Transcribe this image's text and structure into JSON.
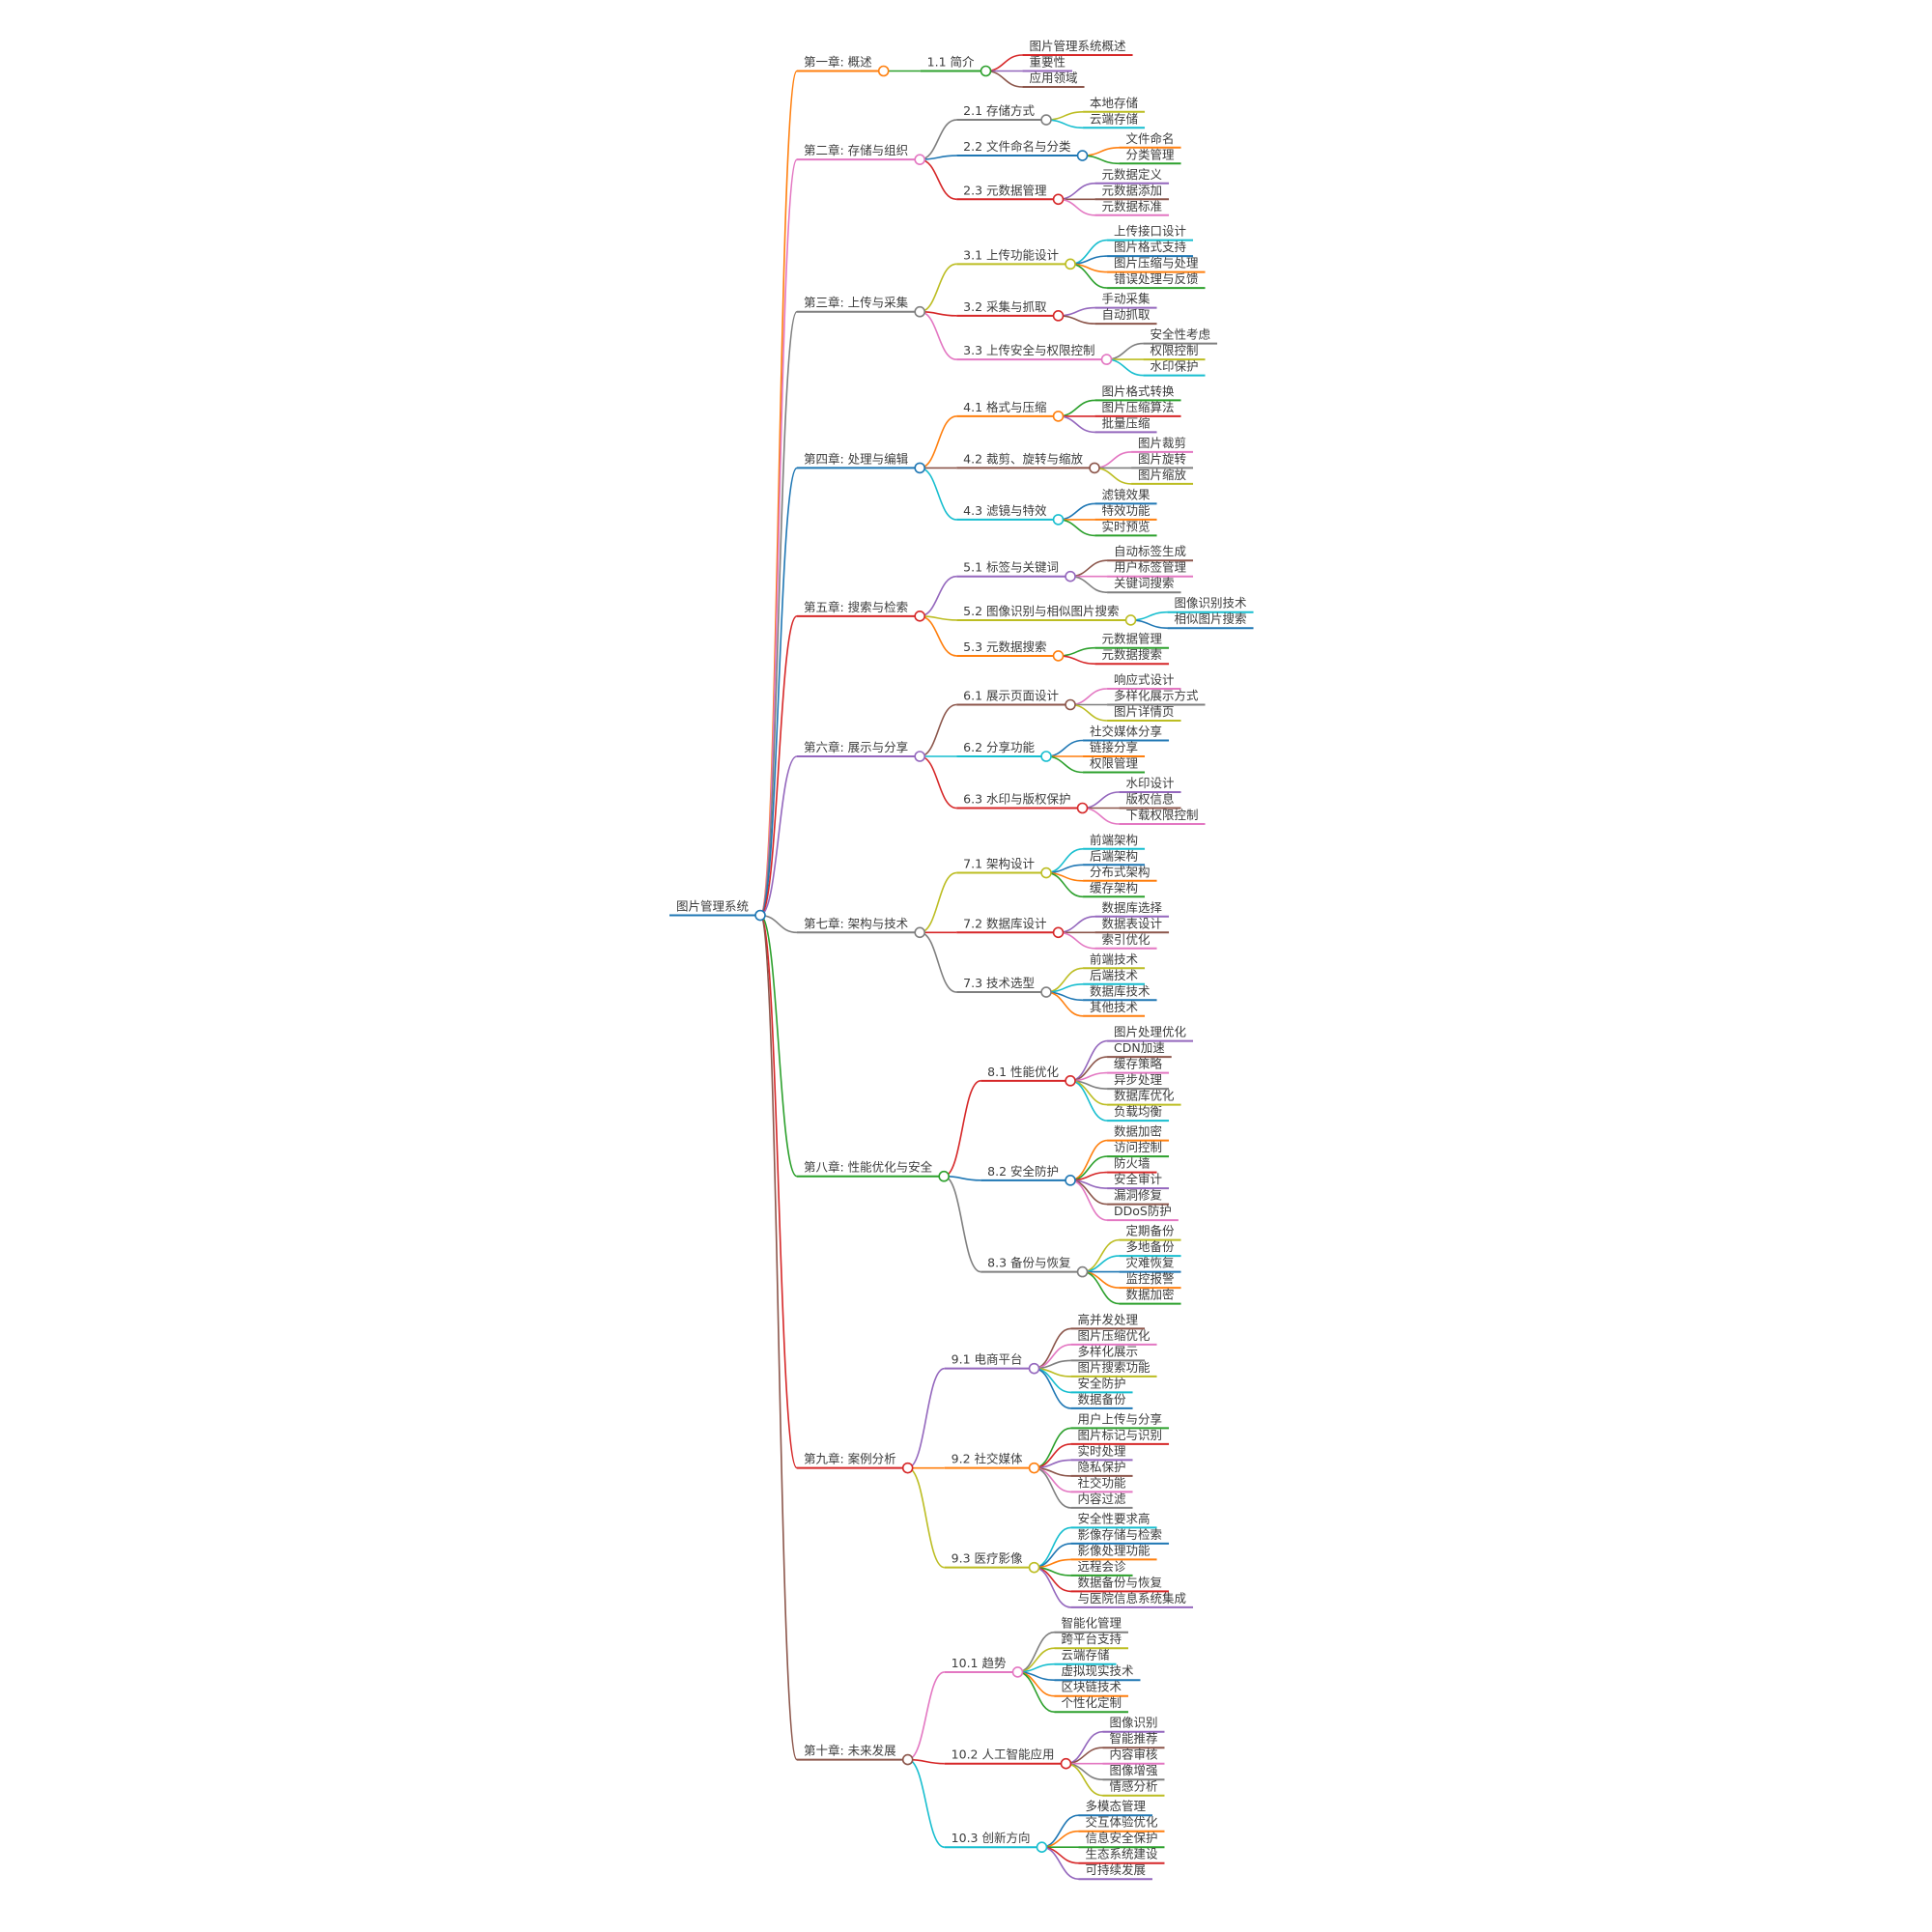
{
  "background": "#ffffff",
  "text_color": "#3c3c3c",
  "palette": [
    "#1f77b4",
    "#ff7f0e",
    "#2ca02c",
    "#d62728",
    "#9467bd",
    "#8c564b",
    "#e377c2",
    "#7f7f7f",
    "#bcbd22",
    "#17becf"
  ],
  "tree": {
    "label": "图片管理系统",
    "children": [
      {
        "label": "第一章: 概述",
        "children": [
          {
            "label": "1.1 简介",
            "children": [
              {
                "label": "图片管理系统概述"
              },
              {
                "label": "重要性"
              },
              {
                "label": "应用领域"
              }
            ]
          }
        ]
      },
      {
        "label": "第二章: 存储与组织",
        "children": [
          {
            "label": "2.1 存储方式",
            "children": [
              {
                "label": "本地存储"
              },
              {
                "label": "云端存储"
              }
            ]
          },
          {
            "label": "2.2 文件命名与分类",
            "children": [
              {
                "label": "文件命名"
              },
              {
                "label": "分类管理"
              }
            ]
          },
          {
            "label": "2.3 元数据管理",
            "children": [
              {
                "label": "元数据定义"
              },
              {
                "label": "元数据添加"
              },
              {
                "label": "元数据标准"
              }
            ]
          }
        ]
      },
      {
        "label": "第三章: 上传与采集",
        "children": [
          {
            "label": "3.1 上传功能设计",
            "children": [
              {
                "label": "上传接口设计"
              },
              {
                "label": "图片格式支持"
              },
              {
                "label": "图片压缩与处理"
              },
              {
                "label": "错误处理与反馈"
              }
            ]
          },
          {
            "label": "3.2 采集与抓取",
            "children": [
              {
                "label": "手动采集"
              },
              {
                "label": "自动抓取"
              }
            ]
          },
          {
            "label": "3.3 上传安全与权限控制",
            "children": [
              {
                "label": "安全性考虑"
              },
              {
                "label": "权限控制"
              },
              {
                "label": "水印保护"
              }
            ]
          }
        ]
      },
      {
        "label": "第四章: 处理与编辑",
        "children": [
          {
            "label": "4.1 格式与压缩",
            "children": [
              {
                "label": "图片格式转换"
              },
              {
                "label": "图片压缩算法"
              },
              {
                "label": "批量压缩"
              }
            ]
          },
          {
            "label": "4.2 裁剪、旋转与缩放",
            "children": [
              {
                "label": "图片裁剪"
              },
              {
                "label": "图片旋转"
              },
              {
                "label": "图片缩放"
              }
            ]
          },
          {
            "label": "4.3 滤镜与特效",
            "children": [
              {
                "label": "滤镜效果"
              },
              {
                "label": "特效功能"
              },
              {
                "label": "实时预览"
              }
            ]
          }
        ]
      },
      {
        "label": "第五章: 搜索与检索",
        "children": [
          {
            "label": "5.1 标签与关键词",
            "children": [
              {
                "label": "自动标签生成"
              },
              {
                "label": "用户标签管理"
              },
              {
                "label": "关键词搜索"
              }
            ]
          },
          {
            "label": "5.2 图像识别与相似图片搜索",
            "children": [
              {
                "label": "图像识别技术"
              },
              {
                "label": "相似图片搜索"
              }
            ]
          },
          {
            "label": "5.3 元数据搜索",
            "children": [
              {
                "label": "元数据管理"
              },
              {
                "label": "元数据搜索"
              }
            ]
          }
        ]
      },
      {
        "label": "第六章: 展示与分享",
        "children": [
          {
            "label": "6.1 展示页面设计",
            "children": [
              {
                "label": "响应式设计"
              },
              {
                "label": "多样化展示方式"
              },
              {
                "label": "图片详情页"
              }
            ]
          },
          {
            "label": "6.2 分享功能",
            "children": [
              {
                "label": "社交媒体分享"
              },
              {
                "label": "链接分享"
              },
              {
                "label": "权限管理"
              }
            ]
          },
          {
            "label": "6.3 水印与版权保护",
            "children": [
              {
                "label": "水印设计"
              },
              {
                "label": "版权信息"
              },
              {
                "label": "下载权限控制"
              }
            ]
          }
        ]
      },
      {
        "label": "第七章: 架构与技术",
        "children": [
          {
            "label": "7.1 架构设计",
            "children": [
              {
                "label": "前端架构"
              },
              {
                "label": "后端架构"
              },
              {
                "label": "分布式架构"
              },
              {
                "label": "缓存架构"
              }
            ]
          },
          {
            "label": "7.2 数据库设计",
            "children": [
              {
                "label": "数据库选择"
              },
              {
                "label": "数据表设计"
              },
              {
                "label": "索引优化"
              }
            ]
          },
          {
            "label": "7.3 技术选型",
            "children": [
              {
                "label": "前端技术"
              },
              {
                "label": "后端技术"
              },
              {
                "label": "数据库技术"
              },
              {
                "label": "其他技术"
              }
            ]
          }
        ]
      },
      {
        "label": "第八章: 性能优化与安全",
        "children": [
          {
            "label": "8.1 性能优化",
            "children": [
              {
                "label": "图片处理优化"
              },
              {
                "label": "CDN加速"
              },
              {
                "label": "缓存策略"
              },
              {
                "label": "异步处理"
              },
              {
                "label": "数据库优化"
              },
              {
                "label": "负载均衡"
              }
            ]
          },
          {
            "label": "8.2 安全防护",
            "children": [
              {
                "label": "数据加密"
              },
              {
                "label": "访问控制"
              },
              {
                "label": "防火墙"
              },
              {
                "label": "安全审计"
              },
              {
                "label": "漏洞修复"
              },
              {
                "label": "DDoS防护"
              }
            ]
          },
          {
            "label": "8.3 备份与恢复",
            "children": [
              {
                "label": "定期备份"
              },
              {
                "label": "多地备份"
              },
              {
                "label": "灾难恢复"
              },
              {
                "label": "监控报警"
              },
              {
                "label": "数据加密"
              }
            ]
          }
        ]
      },
      {
        "label": "第九章: 案例分析",
        "children": [
          {
            "label": "9.1 电商平台",
            "children": [
              {
                "label": "高并发处理"
              },
              {
                "label": "图片压缩优化"
              },
              {
                "label": "多样化展示"
              },
              {
                "label": "图片搜索功能"
              },
              {
                "label": "安全防护"
              },
              {
                "label": "数据备份"
              }
            ]
          },
          {
            "label": "9.2 社交媒体",
            "children": [
              {
                "label": "用户上传与分享"
              },
              {
                "label": "图片标记与识别"
              },
              {
                "label": "实时处理"
              },
              {
                "label": "隐私保护"
              },
              {
                "label": "社交功能"
              },
              {
                "label": "内容过滤"
              }
            ]
          },
          {
            "label": "9.3 医疗影像",
            "children": [
              {
                "label": "安全性要求高"
              },
              {
                "label": "影像存储与检索"
              },
              {
                "label": "影像处理功能"
              },
              {
                "label": "远程会诊"
              },
              {
                "label": "数据备份与恢复"
              },
              {
                "label": "与医院信息系统集成"
              }
            ]
          }
        ]
      },
      {
        "label": "第十章: 未来发展",
        "children": [
          {
            "label": "10.1 趋势",
            "children": [
              {
                "label": "智能化管理"
              },
              {
                "label": "跨平台支持"
              },
              {
                "label": "云端存储"
              },
              {
                "label": "虚拟现实技术"
              },
              {
                "label": "区块链技术"
              },
              {
                "label": "个性化定制"
              }
            ]
          },
          {
            "label": "10.2 人工智能应用",
            "children": [
              {
                "label": "图像识别"
              },
              {
                "label": "智能推荐"
              },
              {
                "label": "内容审核"
              },
              {
                "label": "图像增强"
              },
              {
                "label": "情感分析"
              }
            ]
          },
          {
            "label": "10.3 创新方向",
            "children": [
              {
                "label": "多模态管理"
              },
              {
                "label": "交互体验优化"
              },
              {
                "label": "信息安全保护"
              },
              {
                "label": "生态系统建设"
              },
              {
                "label": "可持续发展"
              }
            ]
          }
        ]
      }
    ]
  }
}
